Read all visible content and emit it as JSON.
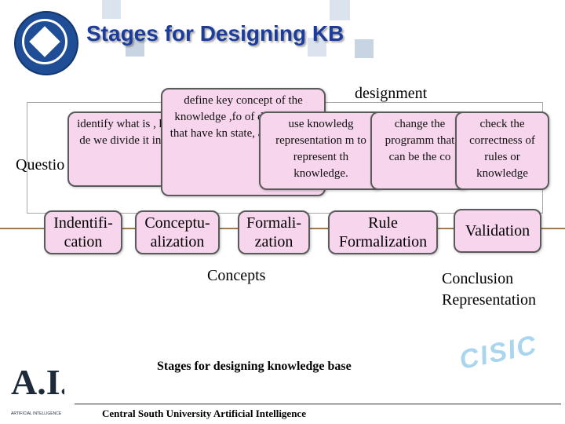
{
  "title": "Stages for Designing KB",
  "header_partial": "designment",
  "left_question": "Questio",
  "boxes": {
    "identify": "identify what is , how to de we divide it in probl",
    "define": "define key concept of the knowledge ,fo of data structu that have kn state, assumpt stra",
    "use": "use knowledg representation m to represent th knowledge.",
    "change": "change the programm that can be the co",
    "check": "check the correctness of rules or knowledge"
  },
  "stages": {
    "identification": "Indentifi- cation",
    "conceptualization": "Conceptu- alization",
    "formalization": "Formali- zation",
    "rule": "Rule Formalization",
    "validation": "Validation"
  },
  "labels": {
    "concepts": "Concepts",
    "conclusion": "Conclusion Representation",
    "caption": "Stages for designing knowledge base",
    "footer": "Central South University   Artificial Intelligence",
    "cisic": "CISIC",
    "ai_mark": "A.I.",
    "ai_sub": "ARTIFICIAL INTELLIGENCE"
  }
}
